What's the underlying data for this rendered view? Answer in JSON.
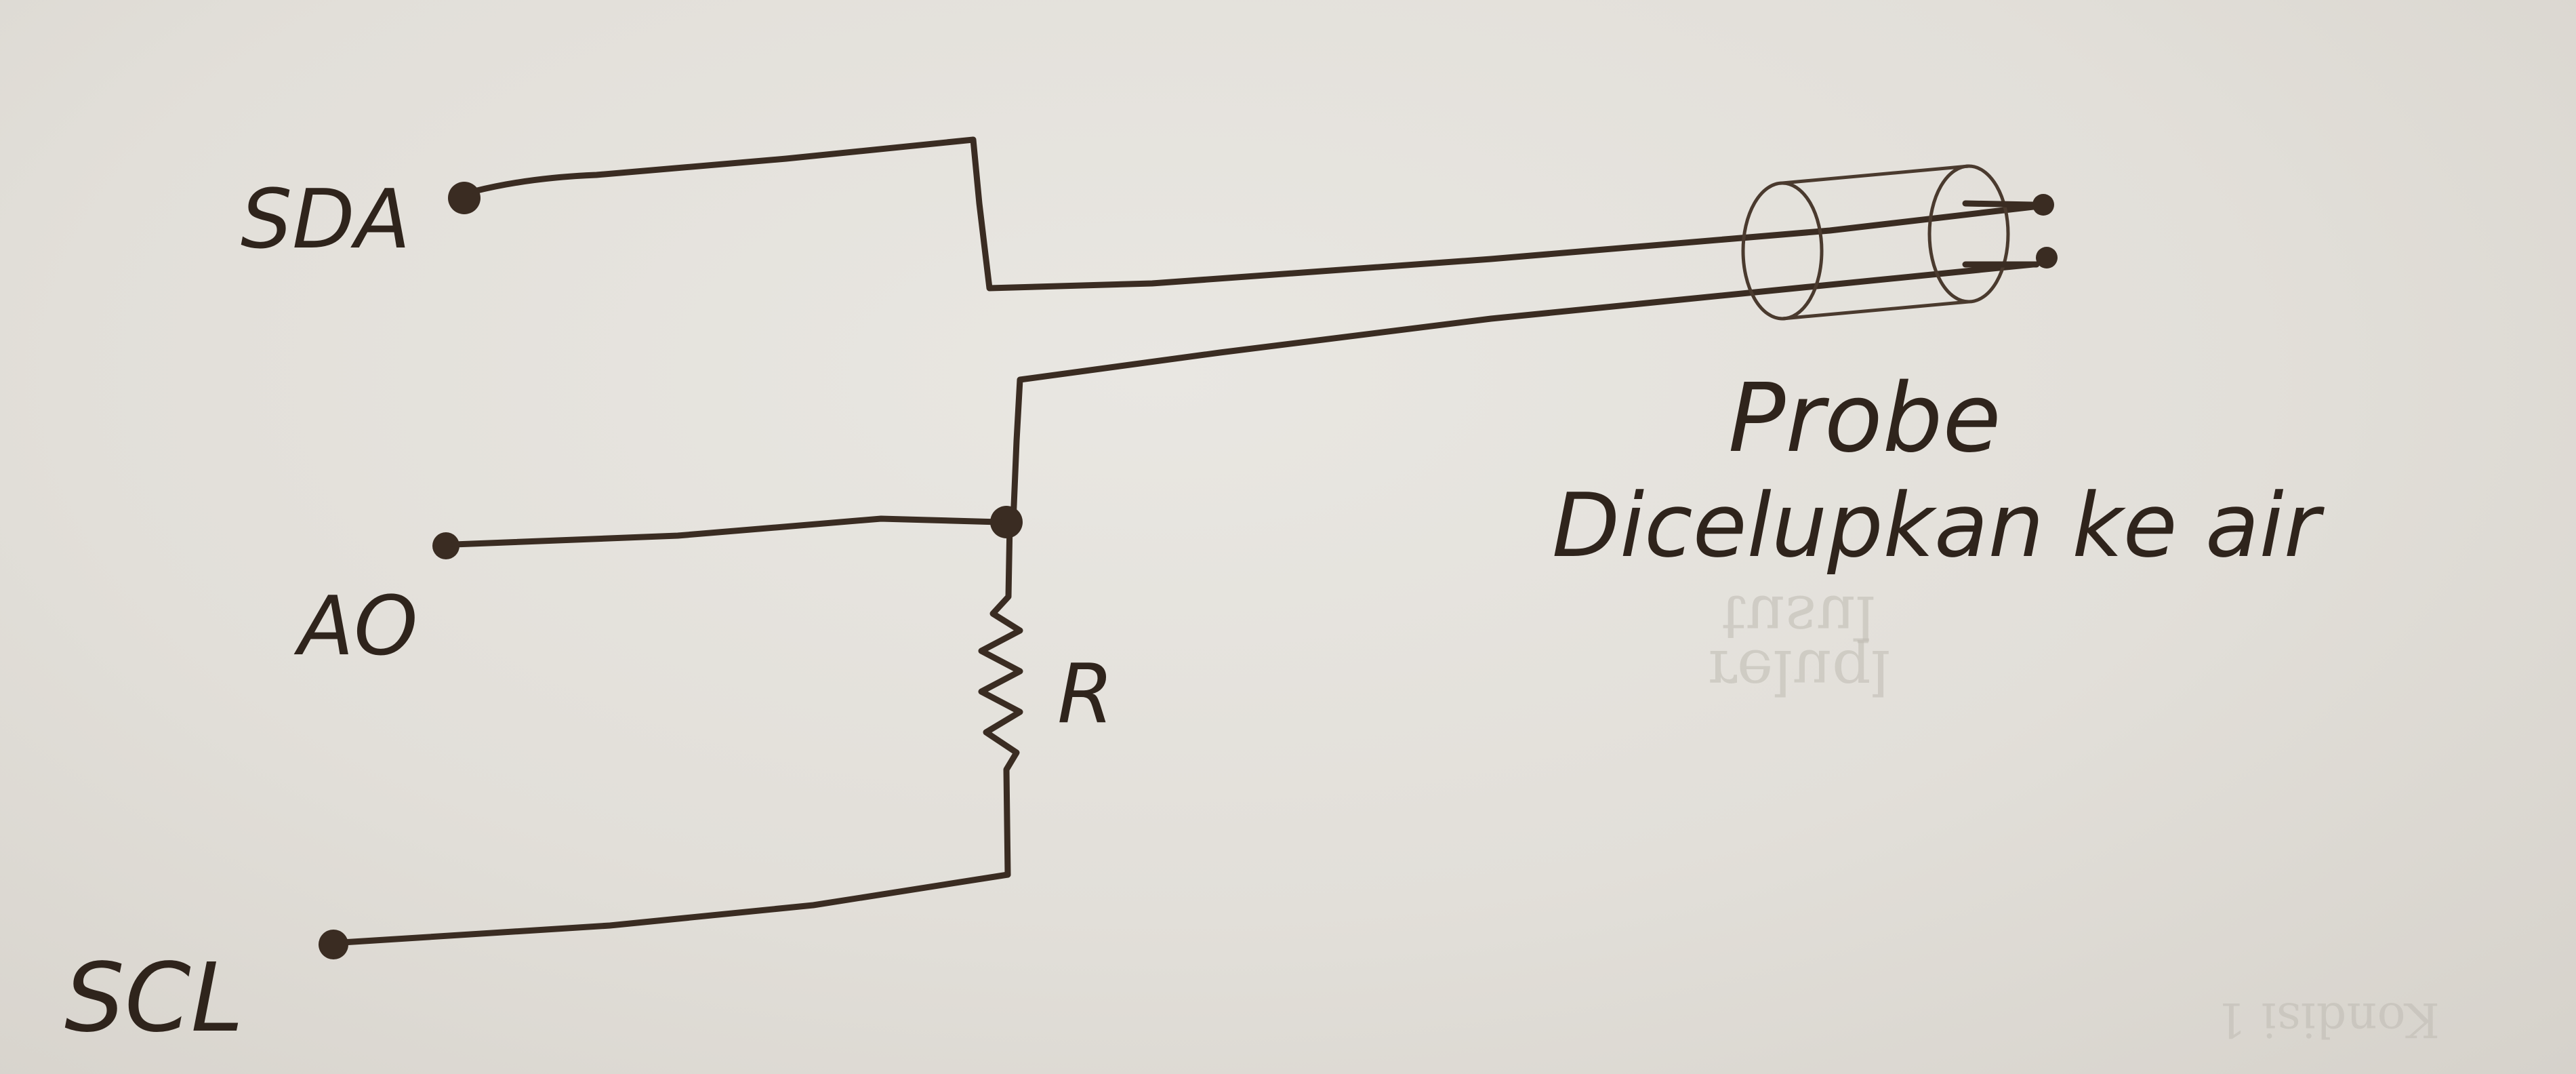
{
  "labels": {
    "sda": "SDA",
    "ao": "AO",
    "scl": "SCL",
    "resistor": "R",
    "probe": "Probe",
    "probe_note": "Dicelupkan ke air"
  },
  "colors": {
    "ink": "#3a2c22",
    "paper": "#e6e3de"
  }
}
